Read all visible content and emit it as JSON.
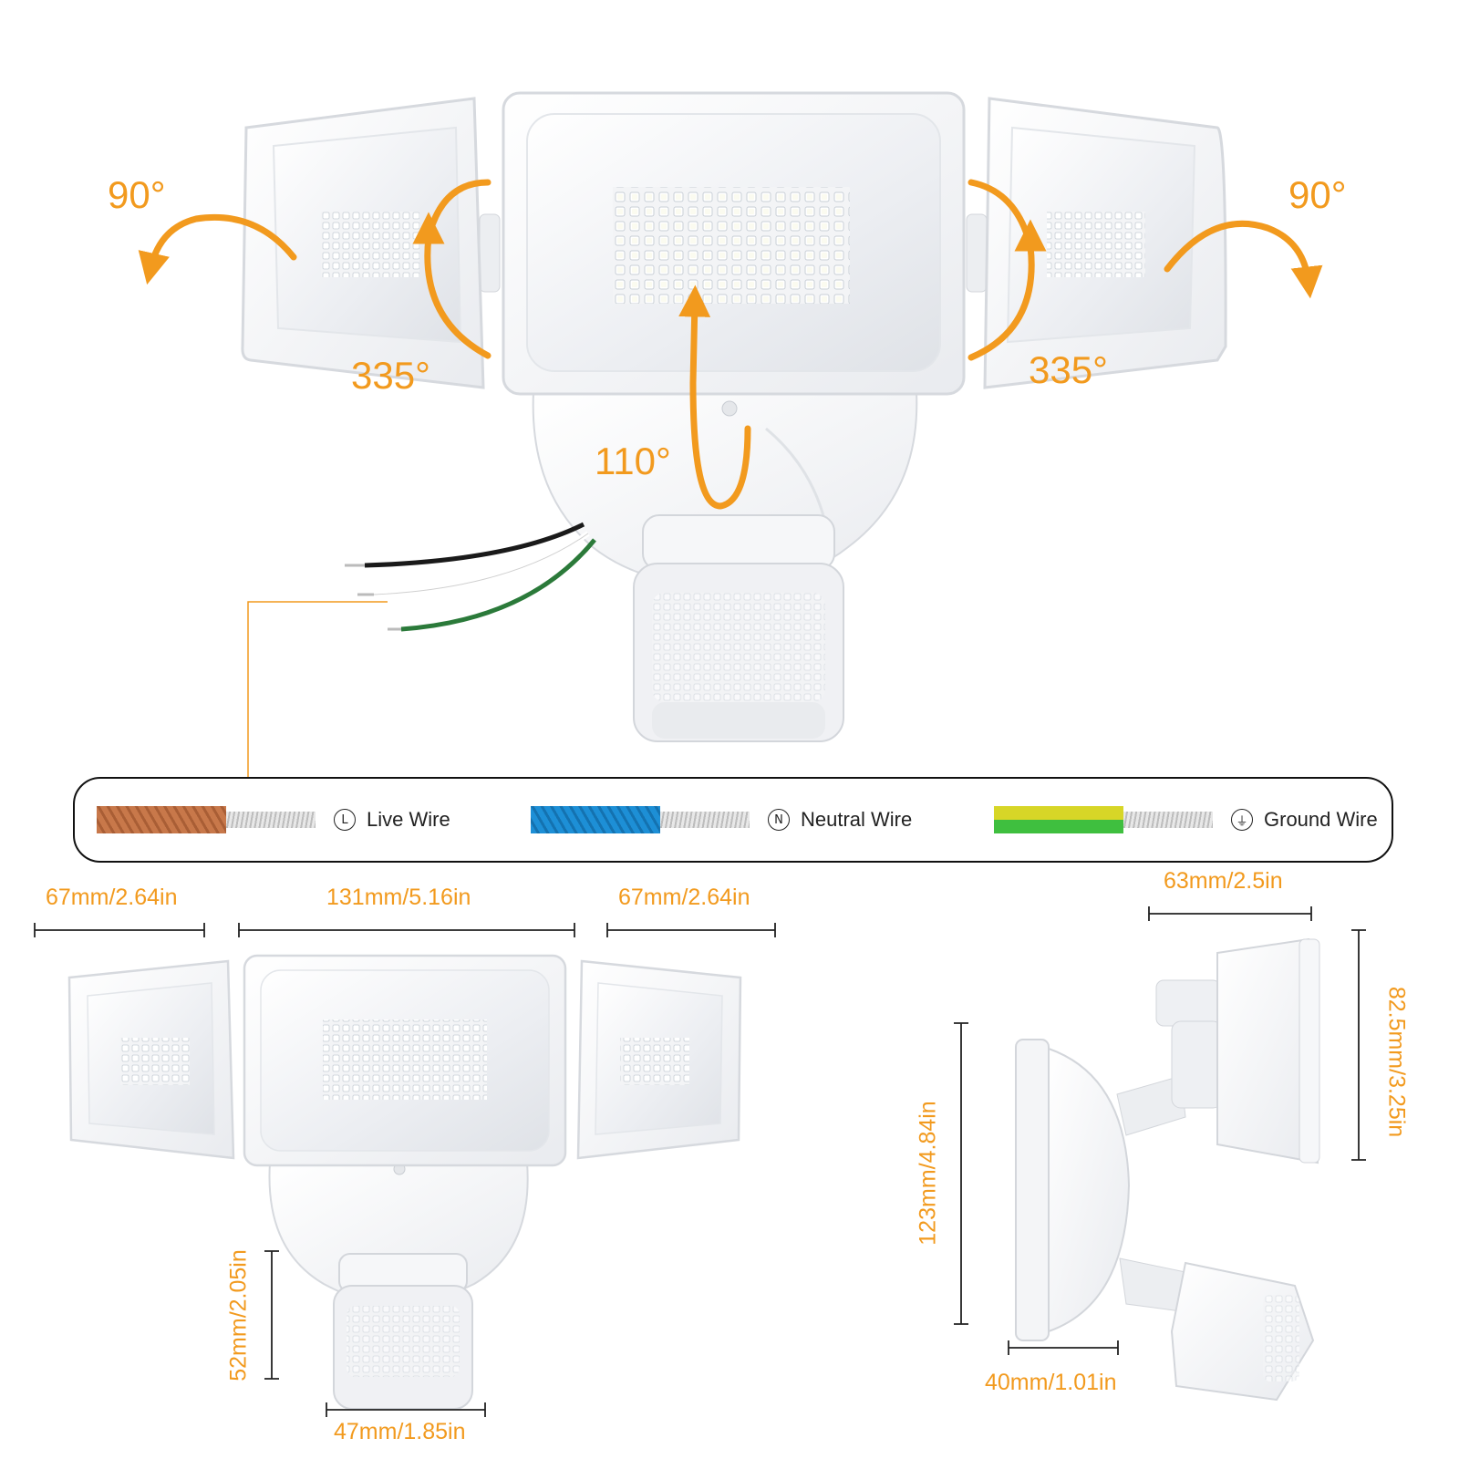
{
  "colors": {
    "accent_orange": "#f29a1e",
    "fixture_white": "#f4f5f7",
    "live_jacket": "#c8784a",
    "neutral_jacket": "#1d8fd6",
    "ground_jacket_yellow": "#d7d627",
    "ground_jacket_green": "#3fbf3f",
    "hot_wire": "#1a1a1a",
    "neutral_wire": "#ffffff",
    "ground_wire": "#2b7a3a"
  },
  "rotation": {
    "left_side_horizontal": "90°",
    "right_side_horizontal": "90°",
    "left_side_rotation": "335°",
    "right_side_rotation": "335°",
    "center_tilt": "110°"
  },
  "wiring_legend": {
    "items": [
      {
        "symbol": "L",
        "label": "Live Wire",
        "icon": "live-symbol-icon"
      },
      {
        "symbol": "N",
        "label": "Neutral Wire",
        "icon": "neutral-symbol-icon"
      },
      {
        "symbol": "⏚",
        "label": "Ground Wire",
        "icon": "ground-symbol-icon"
      }
    ]
  },
  "dimensions": {
    "side_panel_left_width": "67mm/2.64in",
    "center_panel_width": "131mm/5.16in",
    "side_panel_right_width": "67mm/2.64in",
    "sensor_height": "52mm/2.05in",
    "sensor_width": "47mm/1.85in",
    "profile_head_depth": "63mm/2.5in",
    "profile_head_height": "82.5mm/3.25in",
    "profile_base_height": "123mm/4.84in",
    "profile_base_depth": "40mm/1.01in"
  }
}
